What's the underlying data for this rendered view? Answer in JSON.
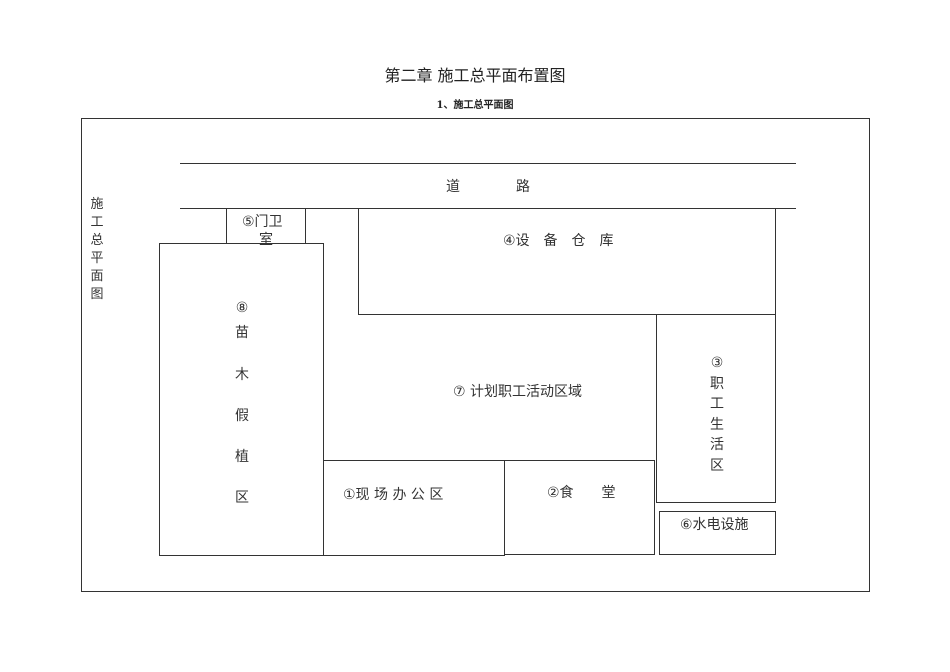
{
  "doc": {
    "title": "第二章  施工总平面布置图",
    "subtitle": "1、施工总平面图",
    "side_label": [
      "施",
      "工",
      "总",
      "平",
      "面",
      "图"
    ]
  },
  "plan": {
    "road": "道　　　　路",
    "gate": [
      "⑤门卫",
      "室"
    ],
    "warehouse": "④设　备　仓　库",
    "nursery": [
      "⑧",
      "苗",
      "木",
      "假",
      "植",
      "区"
    ],
    "activity": "⑦ 计划职工活动区域",
    "living": [
      "③",
      "职",
      "工",
      "生",
      "活",
      "区"
    ],
    "office": "①现 场 办 公 区",
    "canteen": "②食　　堂",
    "utility": "⑥水电设施"
  }
}
